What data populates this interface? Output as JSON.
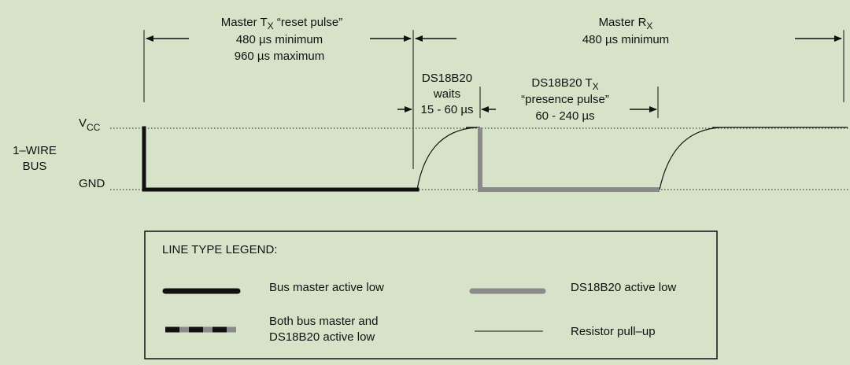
{
  "diagram": {
    "master_tx": {
      "title_pre": "Master T",
      "title_sub": "X",
      "title_post": "  “reset pulse”",
      "line2": "480 µs minimum",
      "line3": "960 µs maximum"
    },
    "master_rx": {
      "title_pre": "Master R",
      "title_sub": "X",
      "line2": "480 µs minimum"
    },
    "wait": {
      "line1": "DS18B20",
      "line2": "waits",
      "line3": "15 - 60 µs"
    },
    "presence": {
      "title_pre": "DS18B20 T",
      "title_sub": "X",
      "line2": "“presence pulse”",
      "line3": "60 - 240 µs"
    },
    "levels": {
      "vcc_pre": "V",
      "vcc_sub": "CC",
      "gnd": "GND"
    },
    "bus_label": {
      "line1": "1–WIRE",
      "line2": "BUS"
    }
  },
  "legend": {
    "title": "LINE TYPE LEGEND:",
    "items": [
      {
        "label": "Bus master active low"
      },
      {
        "label": "DS18B20 active low"
      },
      {
        "label_line1": "Both bus master and",
        "label_line2": "DS18B20 active low"
      },
      {
        "label": "Resistor pull–up"
      }
    ]
  },
  "colors": {
    "background": "#d6e3c9",
    "master_line": "#111111",
    "ds18b20_line": "#8a8a8a",
    "thin_line": "#111111"
  }
}
